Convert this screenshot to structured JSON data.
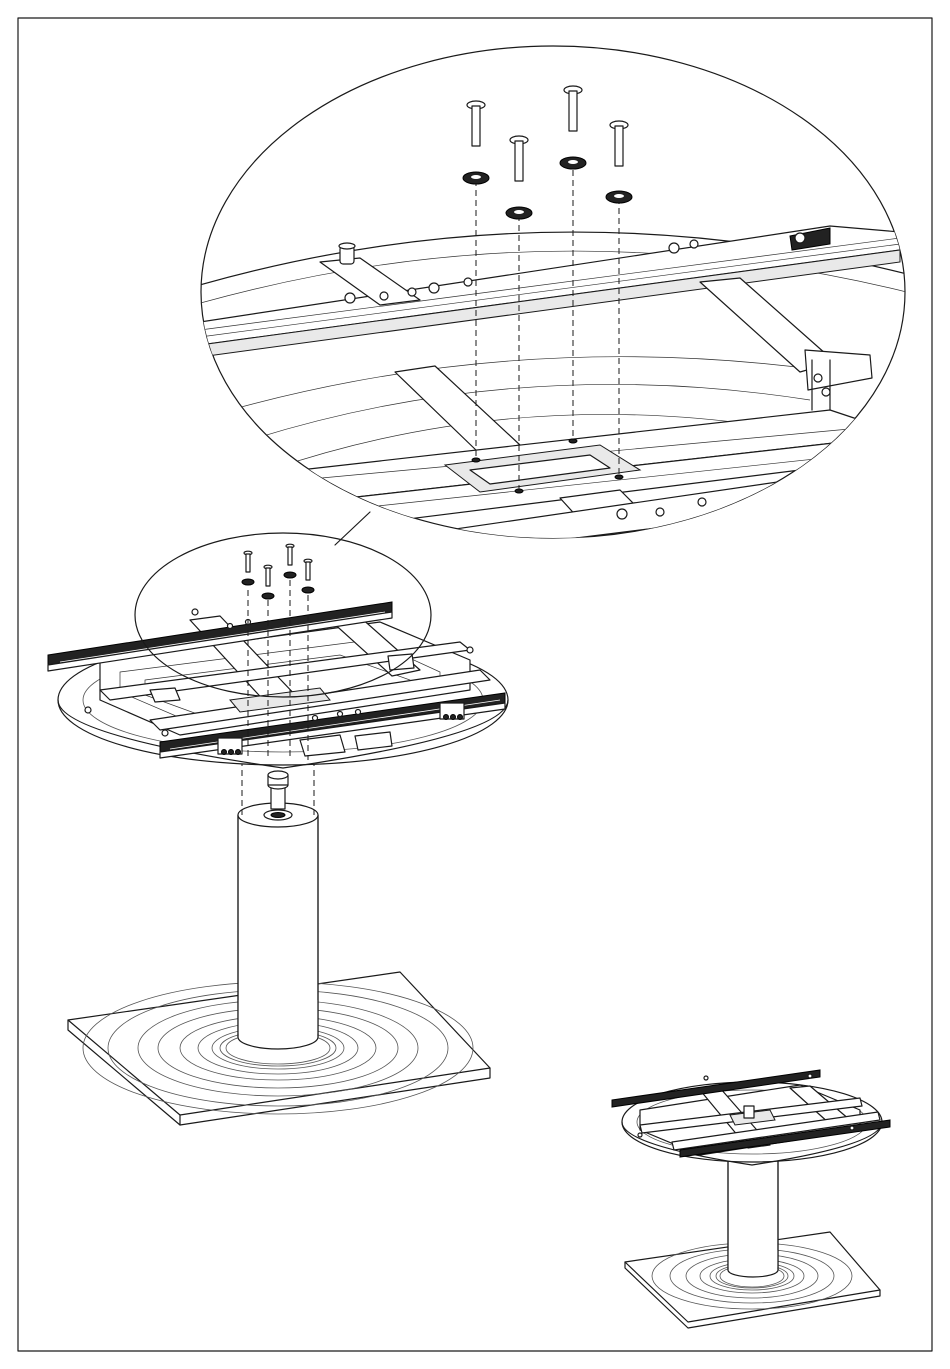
{
  "figure": {
    "description_labels": [],
    "parts": {
      "detail_view": "magnified-underframe-detail",
      "main_assembly": "table-underframe-on-pedestal",
      "finished_view": "assembled-table-thumbnail"
    },
    "screws": 4,
    "washers": 4,
    "colors": {
      "line": "#1a1a1a",
      "background": "#ffffff"
    }
  }
}
